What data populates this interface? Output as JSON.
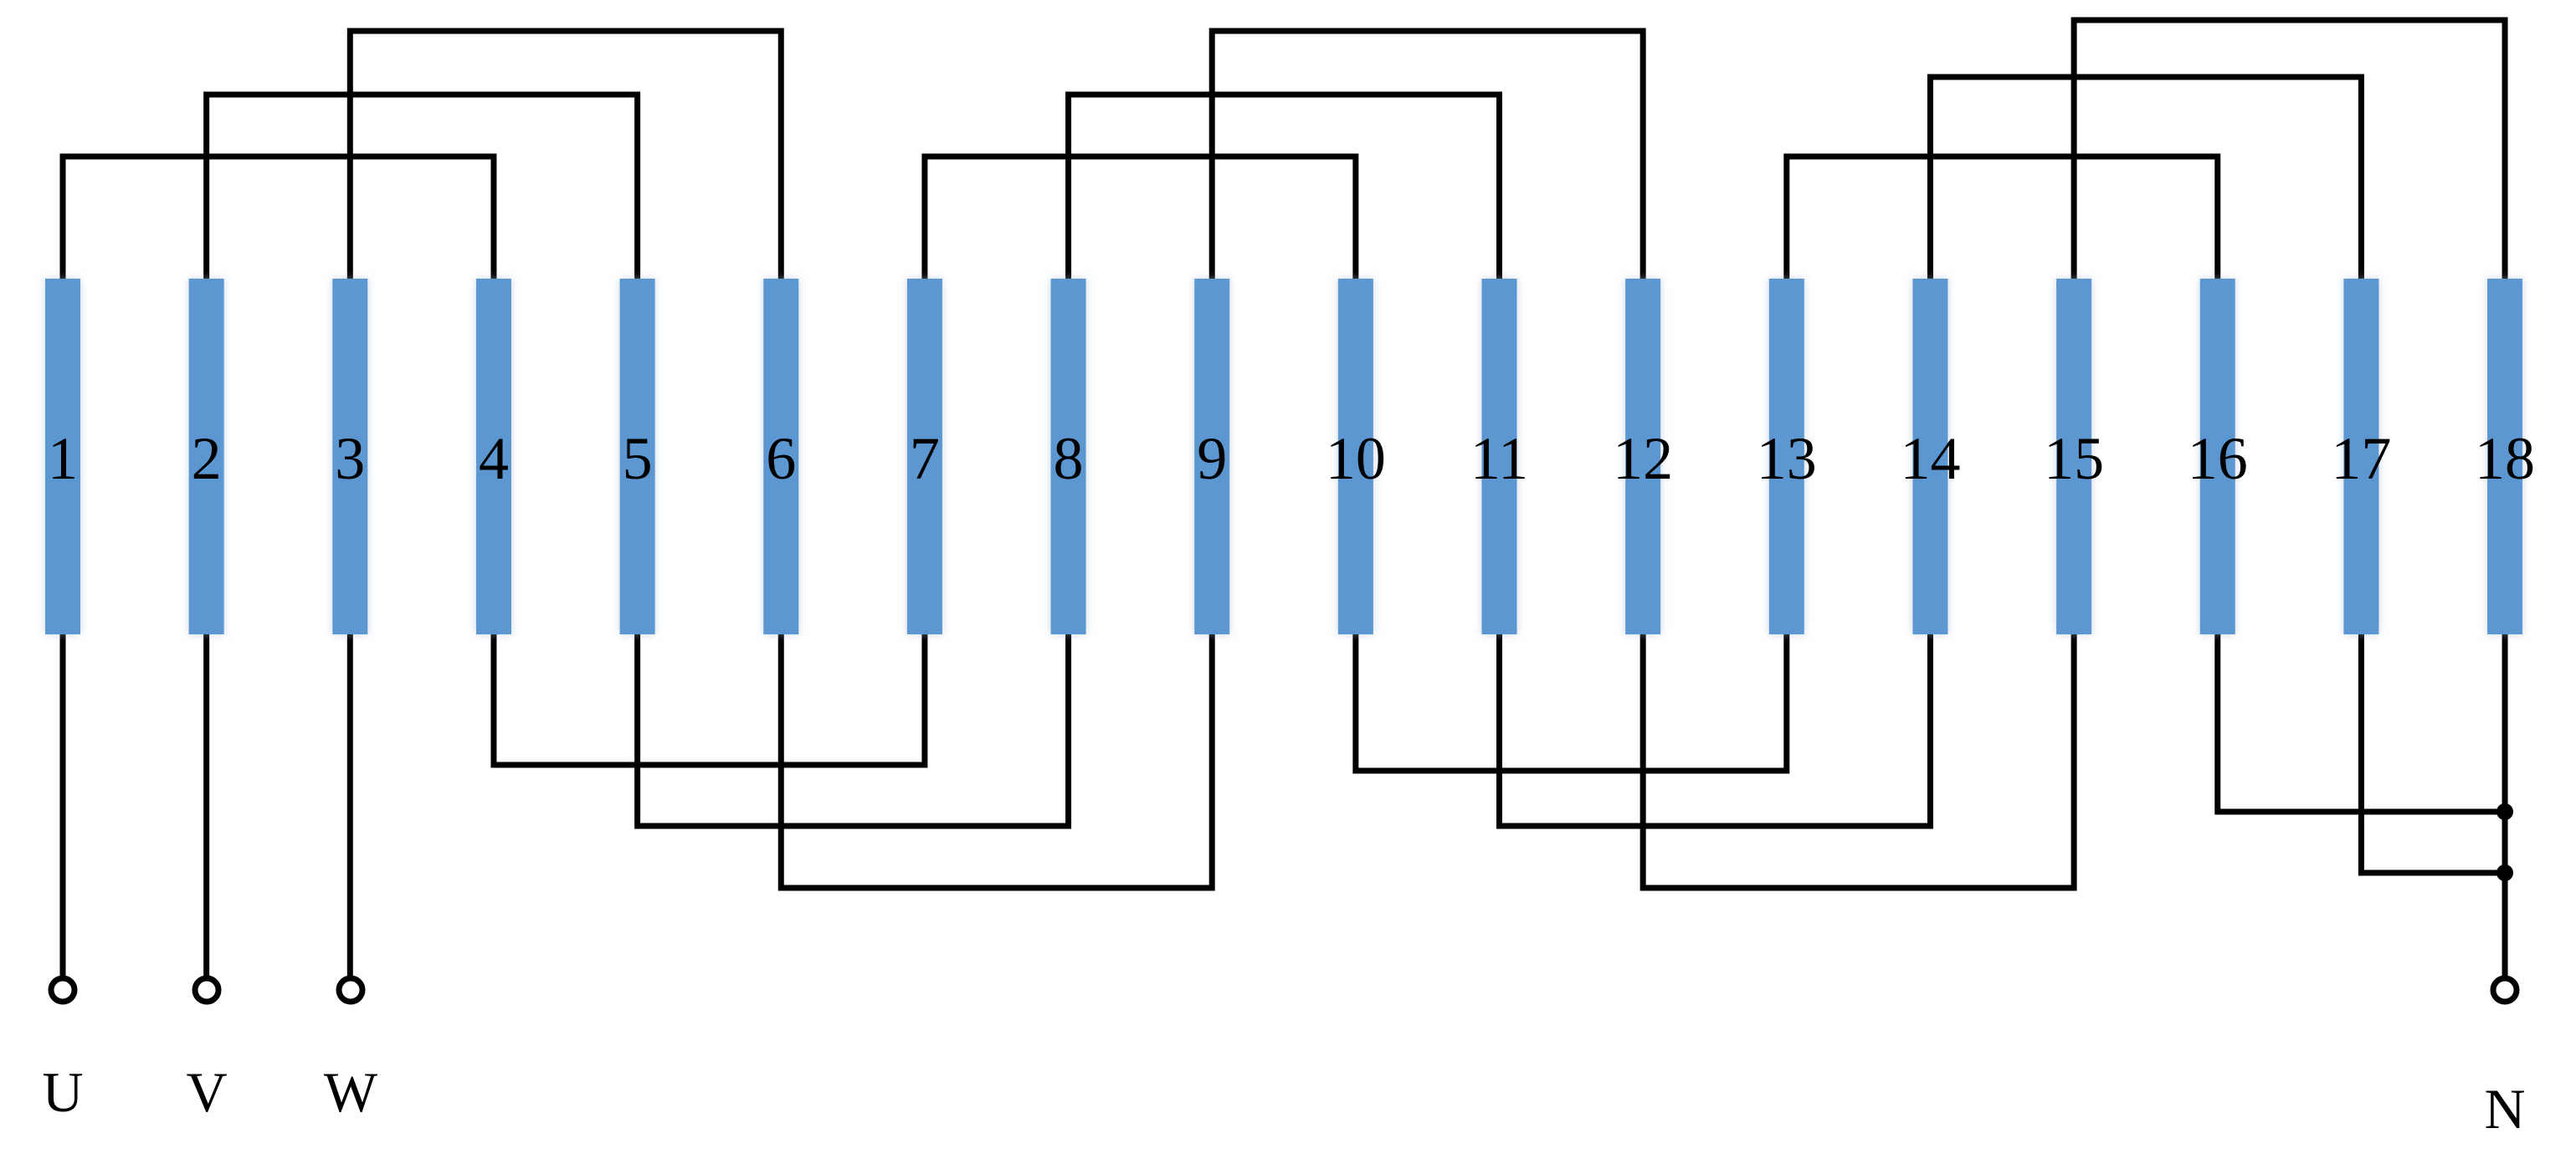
{
  "colors": {
    "slot": "#5b97d1",
    "wire": "#000000",
    "background": "#ffffff"
  },
  "slots": [
    "1",
    "2",
    "3",
    "4",
    "5",
    "6",
    "7",
    "8",
    "9",
    "10",
    "11",
    "12",
    "13",
    "14",
    "15",
    "16",
    "17",
    "18"
  ],
  "terminals": {
    "U": "U",
    "V": "V",
    "W": "W",
    "N": "N"
  }
}
